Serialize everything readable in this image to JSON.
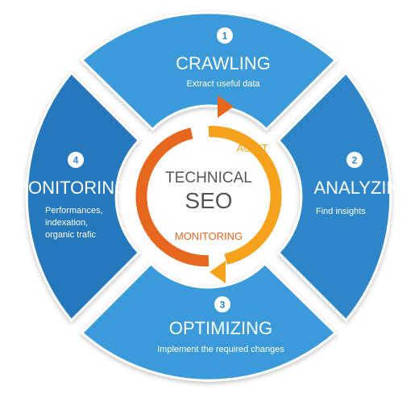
{
  "colors": {
    "top": "#3a9ad9",
    "right": "#2d85c8",
    "bottom": "#3a9ad9",
    "left": "#2678bc",
    "orange_dark": "#e8671e",
    "orange_light": "#f5a21d",
    "center_text": "#555555"
  },
  "center": {
    "line1": "TECHNICAL",
    "line2": "SEO"
  },
  "ring": {
    "top_label": "AUDIT",
    "bottom_label": "MONITORING"
  },
  "steps": [
    {
      "number": "1",
      "title": "CRAWLING",
      "subtitle": "Extract useful data"
    },
    {
      "number": "2",
      "title": "ANALYZING",
      "subtitle": "Find insights"
    },
    {
      "number": "3",
      "title": "OPTIMIZING",
      "subtitle": "Implement the required changes"
    },
    {
      "number": "4",
      "title": "MONITORING",
      "subtitle_lines": [
        "Performances,",
        "indexation,",
        "organic trafic"
      ]
    }
  ]
}
